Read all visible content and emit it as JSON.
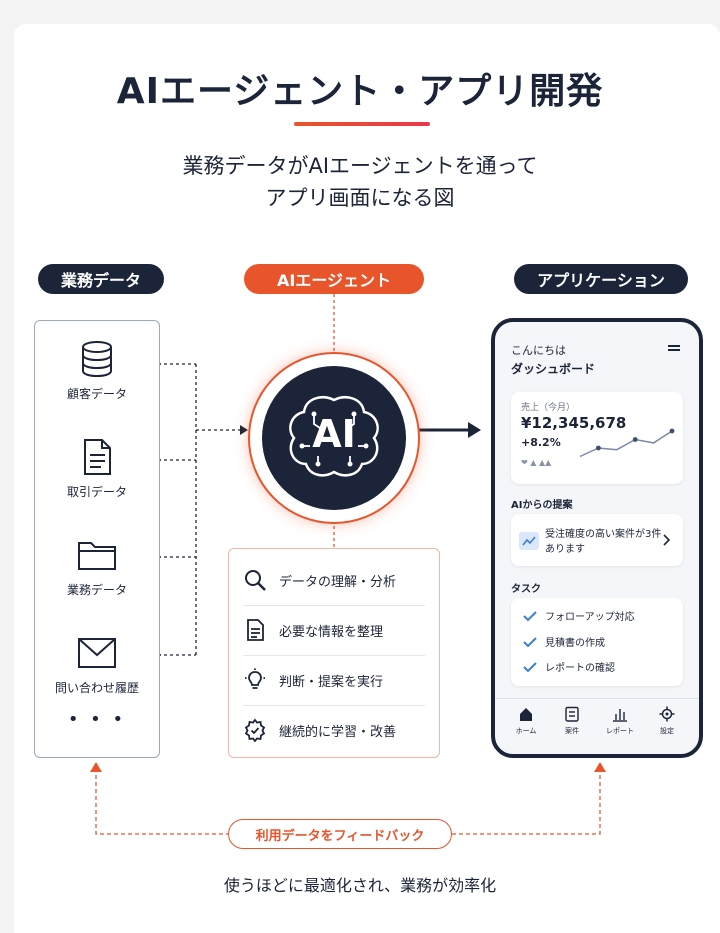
{
  "header": {
    "title": "AIエージェント・アプリ開発",
    "subtitle_line1": "業務データがAIエージェントを通って",
    "subtitle_line2": "アプリ画面になる図"
  },
  "columns": {
    "data_label": "業務データ",
    "agent_label": "AIエージェント",
    "app_label": "アプリケーション"
  },
  "data_sources": [
    {
      "label": "顧客データ",
      "icon": "database-icon"
    },
    {
      "label": "取引データ",
      "icon": "document-icon"
    },
    {
      "label": "業務データ",
      "icon": "folder-icon"
    },
    {
      "label": "問い合わせ履歴",
      "icon": "mail-icon"
    }
  ],
  "data_more": "• • •",
  "agent": {
    "core_text": "AI",
    "icon": "brain-circuit-icon",
    "capabilities": [
      {
        "label": "データの理解・分析",
        "icon": "magnifier-icon"
      },
      {
        "label": "必要な情報を整理",
        "icon": "document-icon"
      },
      {
        "label": "判断・提案を実行",
        "icon": "lightbulb-icon"
      },
      {
        "label": "継続的に学習・改善",
        "icon": "gear-check-icon"
      }
    ]
  },
  "app": {
    "greeting": "こんにちは",
    "screen_title": "ダッシュボード",
    "sales_label": "売上（今月）",
    "sales_value": "¥12,345,678",
    "sales_change": "+8.2%",
    "sparkline": [
      0.25,
      0.5,
      0.45,
      0.75,
      0.65,
      1.0
    ],
    "suggestion_heading": "AIからの提案",
    "suggestion_text": "受注確度の高い案件が3件あります",
    "tasks_heading": "タスク",
    "tasks": [
      "フォローアップ対応",
      "見積書の作成",
      "レポートの確認"
    ],
    "nav": [
      {
        "label": "ホーム",
        "icon": "home-icon"
      },
      {
        "label": "案件",
        "icon": "clipboard-icon"
      },
      {
        "label": "レポート",
        "icon": "chart-icon"
      },
      {
        "label": "設定",
        "icon": "gear-icon"
      }
    ]
  },
  "feedback": {
    "label": "利用データをフィードバック",
    "note": "使うほどに最適化され、業務が効率化"
  },
  "colors": {
    "navy": "#1b2438",
    "accent": "#e8552b",
    "check": "#3b7fd6"
  }
}
